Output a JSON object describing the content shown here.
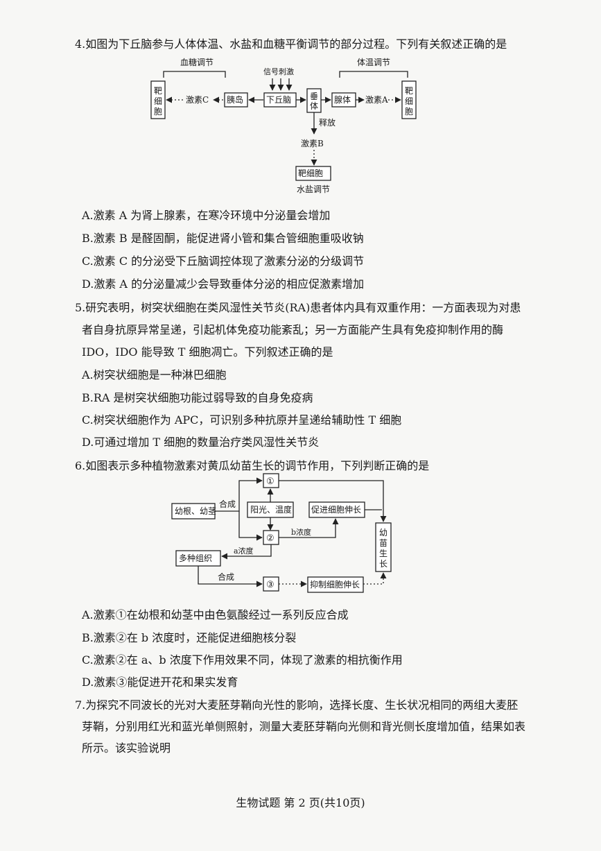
{
  "q4": {
    "stem": "4.如图为下丘脑参与人体体温、水盐和血糖平衡调节的部分过程。下列有关叙述正确的是",
    "diagram": {
      "blood_sugar": "血糖调节",
      "body_temp": "体温调节",
      "signal": "信号刺激",
      "target_left": "靶细胞",
      "hormone_c": "激素C",
      "islet": "胰岛",
      "hypothalamus": "下丘脑",
      "pituitary": "垂体",
      "gland": "腺体",
      "hormone_a": "激素A",
      "target_right": "靶细胞",
      "release": "释放",
      "hormone_b": "激素B",
      "target_bottom": "靶细胞",
      "water_salt": "水盐调节"
    },
    "options": [
      "A.激素 A 为肾上腺素，在寒冷环境中分泌量会增加",
      "B.激素 B 是醛固酮，能促进肾小管和集合管细胞重吸收钠",
      "C.激素 C 的分泌受下丘脑调控体现了激素分泌的分级调节",
      "D.激素 A 的分泌量减少会导致垂体分泌的相应促激素增加"
    ]
  },
  "q5": {
    "stem_lines": [
      "5.研究表明，树突状细胞在类风湿性关节炎(RA)患者体内具有双重作用：一方面表现为对患",
      "者自身抗原异常呈递，引起机体免疫功能紊乱；另一方面能产生具有免疫抑制作用的酶",
      "IDO，IDO 能导致 T 细胞凋亡。下列叙述正确的是"
    ],
    "options": [
      "A.树突状细胞是一种淋巴细胞",
      "B.RA 是树突状细胞功能过弱导致的自身免疫病",
      "C.树突状细胞作为 APC，可识别多种抗原并呈递给辅助性 T 细胞",
      "D.可通过增加 T 细胞的数量治疗类风湿性关节炎"
    ]
  },
  "q6": {
    "stem": "6.如图表示多种植物激素对黄瓜幼苗生长的调节作用，下列判断正确的是",
    "diagram": {
      "root_stem": "幼根、幼茎",
      "synth1": "合成",
      "h1": "①",
      "light_temp": "阳光、温度",
      "promote": "促进细胞伸长",
      "h2": "②",
      "b_conc": "b浓度",
      "a_conc": "a浓度",
      "tissues": "多种组织",
      "synth2": "合成",
      "h3": "③",
      "inhibit": "抑制细胞伸长",
      "seedling": "幼苗生长"
    },
    "options": [
      "A.激素①在幼根和幼茎中由色氨酸经过一系列反应合成",
      "B.激素②在 b 浓度时，还能促进细胞核分裂",
      "C.激素②在 a、b 浓度下作用效果不同，体现了激素的相抗衡作用",
      "D.激素③能促进开花和果实发育"
    ]
  },
  "q7": {
    "stem_lines": [
      "7.为探究不同波长的光对大麦胚芽鞘向光性的影响，选择长度、生长状况相同的两组大麦胚",
      "芽鞘，分别用红光和蓝光单侧照射，测量大麦胚芽鞘向光侧和背光侧长度增加值，结果如表",
      "所示。该实验说明"
    ]
  },
  "footer": "生物试题 第 2 页(共10页)"
}
